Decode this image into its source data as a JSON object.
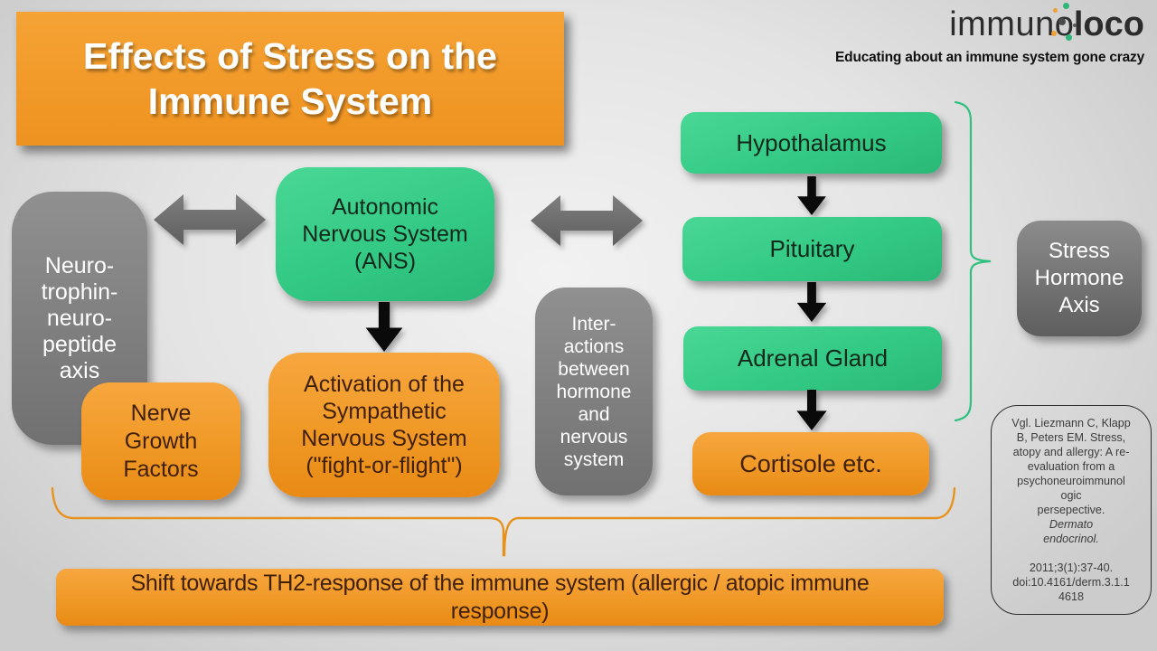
{
  "title": {
    "lines": [
      "Effects of Stress on the",
      "Immune System"
    ]
  },
  "logo": {
    "brand_left": "immun",
    "brand_o": "o",
    "brand_right": "loco",
    "tagline": "Educating about an immune system gone crazy"
  },
  "boxes": {
    "neurotrophin": {
      "lines": [
        "Neuro-",
        "trophin-",
        "neuro-",
        "peptide",
        "axis"
      ]
    },
    "nerve_growth": {
      "lines": [
        "Nerve",
        "Growth",
        "Factors"
      ]
    },
    "ans": {
      "lines": [
        "Autonomic",
        "Nervous System",
        "(ANS)"
      ]
    },
    "activation": {
      "lines": [
        "Activation of the",
        "Sympathetic",
        "Nervous System",
        "(\"fight-or-flight\")"
      ]
    },
    "interactions": {
      "lines": [
        "Inter-",
        "actions",
        "between",
        "hormone",
        "and",
        "nervous",
        "system"
      ]
    },
    "hypothalamus": {
      "label": "Hypothalamus"
    },
    "pituitary": {
      "label": "Pituitary"
    },
    "adrenal_gland": {
      "label": "Adrenal Gland"
    },
    "cortisole": {
      "label": "Cortisole etc."
    },
    "stress_hormone_axis": {
      "lines": [
        "Stress",
        "Hormone",
        "Axis"
      ]
    },
    "shift_th2": {
      "lines": [
        "Shift towards TH2-response of the immune system (allergic / atopic immune",
        "response)"
      ]
    }
  },
  "citation": {
    "text_before_italic": "Vgl. Liezmann C, Klapp\nB, Peters EM. Stress,\natopy and allergy: A re-\nevaluation from a\npsychoneuroimmunol\nogic\npersepective. ",
    "italic": "Dermato\nendocrinol.",
    "text_after_italic": "\n2011;3(1):37-40.\ndoi:10.4161/derm.3.1.1\n4618"
  },
  "colors": {
    "box_orange": "#f09a28",
    "box_green": "#33ca85",
    "box_gray": "#7f7f7f",
    "title_orange": "#f19b2f",
    "arrow_gray": "#6e6e6e",
    "arrow_black": "#0a0a0a",
    "brace_green": "#2fbf7f",
    "brace_orange": "#e8921e",
    "background": "#e4e4e4"
  }
}
